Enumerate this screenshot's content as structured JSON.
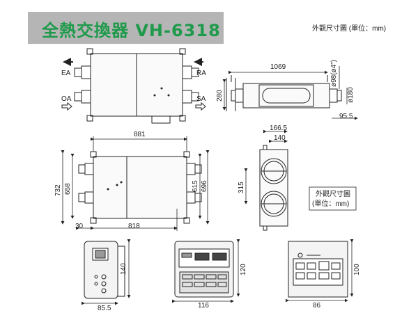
{
  "title": "全熱交換器 VH-6318",
  "unit_note": "外觀尺寸圖 (單位：mm)",
  "unit_note_box": {
    "line1": "外觀尺寸圖",
    "line2": "(單位：mm)"
  },
  "ports": {
    "ea": "EA",
    "ra": "RA",
    "oa": "OA",
    "sa": "SA"
  },
  "dims": {
    "length": "1069",
    "height": "280",
    "diameter": "ø98(ø4\")",
    "duct": "ø180",
    "offset_side": "95.5",
    "top_width": "881",
    "total_depth": "732",
    "inner_depth": "658",
    "mount_spacing": "615",
    "outer_spacing": "696",
    "left_margin": "30",
    "inner_width": "818",
    "end_width": "166.5",
    "end_inner": "140",
    "end_height": "315",
    "remote1_height": "140",
    "remote1_width": "85.5",
    "remote2_height": "120",
    "remote2_width": "116",
    "remote3_height": "100",
    "remote3_width": "86"
  },
  "colors": {
    "title": "#1f9a4b",
    "banner": "#b5b5b5",
    "line": "#222222"
  }
}
